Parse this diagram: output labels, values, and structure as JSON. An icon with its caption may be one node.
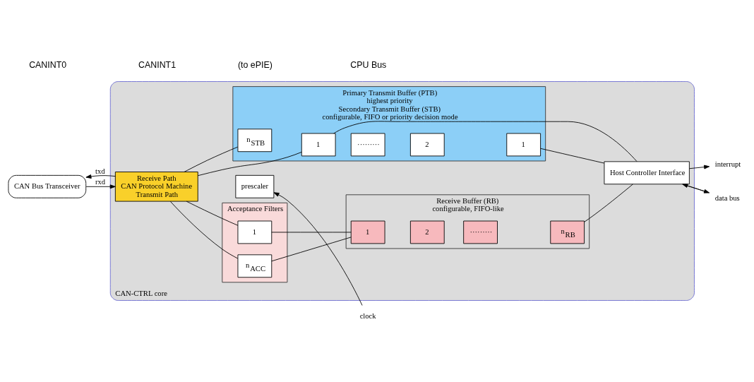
{
  "diagram": {
    "nodes": [
      {
        "text": [
          "CAN-CTRL core"
        ]
      },
      {
        "text": [
          "CAN Bus Transceiver"
        ]
      },
      {
        "text": [
          "Receive Path",
          "CAN Protocol Machine",
          "Transmit Path"
        ],
        "in": 0
      },
      {
        "text": [
          "Acceptance Filters"
        ],
        "in": 0
      },
      {
        "text": [
          "1"
        ],
        "in": 3
      },
      {
        "text": [
          "n$_{ACC}$"
        ],
        "in": 3
      },
      {
        "text": [
          "Receive Buffer (RB)",
          "configurable, FIFO-like"
        ],
        "in": 0
      },
      {
        "text": [
          "1"
        ],
        "in": 6
      },
      {
        "text": [
          "2"
        ],
        "in": 6
      },
      {
        "text": [
          "·········"
        ],
        "in": 6
      },
      {
        "text": [
          "n$_{RB}$"
        ],
        "in": 6
      },
      {
        "text": [
          "prescaler"
        ],
        "in": 0
      },
      {
        "text": [
          "Host Controller Interface"
        ],
        "in": 0
      },
      {
        "text": [
          "Primary Transmit Buffer (PTB)",
          "highest priority",
          "Secondary Transmit Buffer (STB)",
          "configurable, FIFO or priority decision mode"
        ],
        "in": 0
      },
      {
        "text": [
          "1"
        ],
        "in": 13
      },
      {
        "text": [
          "n$_{STB}$"
        ],
        "in": 13
      },
      {
        "text": [
          "·········"
        ],
        "in": 13
      },
      {
        "text": [
          "2"
        ],
        "in": 13
      },
      {
        "text": [
          "1"
        ],
        "in": 13
      },
      {
        "text": [
          "clock"
        ]
      },
      {
        "text": [
          "data bus"
        ]
      },
      {
        "text": [
          "interrupt"
        ]
      }
    ],
    "edges": [
      {
        "from": 1,
        "to": 2,
        "arrow": "to",
        "label": "rxd"
      },
      {
        "from": 2,
        "to": 1,
        "arrow": "to",
        "label": "txd"
      },
      {
        "from": 2,
        "to": 4,
        "arrow": "none"
      },
      {
        "from": 2,
        "to": 5,
        "arrow": "none"
      },
      {
        "from": 4,
        "to": 7,
        "arrow": "none"
      },
      {
        "from": 5,
        "to": 7,
        "arrow": "none"
      },
      {
        "from": 10,
        "to": 12,
        "arrow": "none"
      },
      {
        "from": 2,
        "to": 14,
        "arrow": "none"
      },
      {
        "from": 2,
        "to": 15,
        "arrow": "none"
      },
      {
        "from": 14,
        "to": 12,
        "arrow": "none"
      },
      {
        "from": 18,
        "to": 12,
        "arrow": "none"
      },
      {
        "from": 19,
        "to": 11,
        "arrow": "to"
      },
      {
        "from": 12,
        "to": 20,
        "arrow": "to"
      },
      {
        "from": 20,
        "to": 12,
        "arrow": "to"
      },
      {
        "from": 12,
        "to": 21,
        "arrow": "to"
      }
    ],
    "labels": [
      "CANINT0",
      "CANINT1",
      "(to ePIE)",
      "CPU Bus"
    ]
  }
}
